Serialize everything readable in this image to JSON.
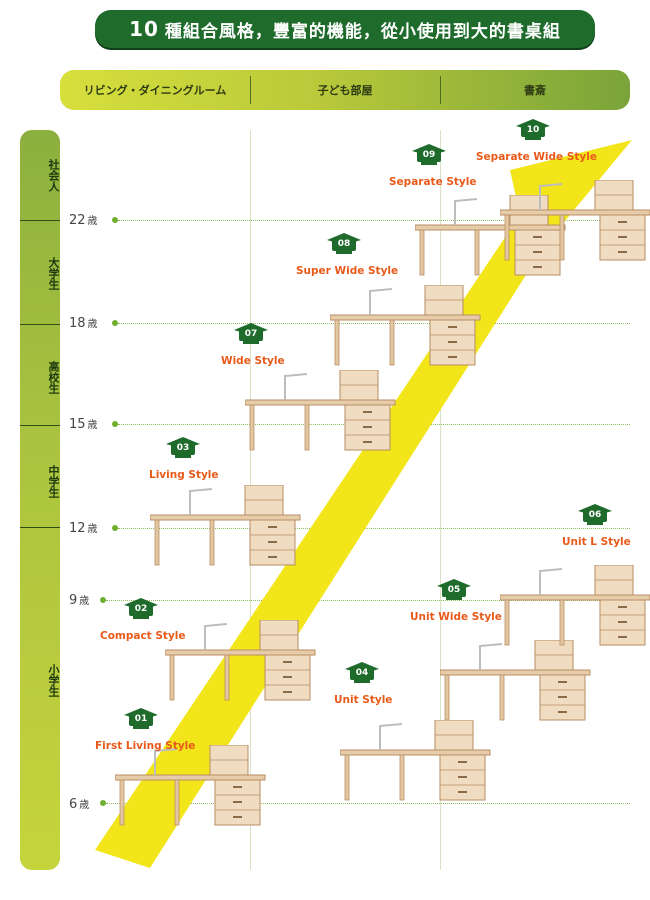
{
  "title": {
    "number": "10",
    "text": "種組合風格，豐富的機能，從小使用到大的書桌組"
  },
  "rooms": [
    "リビング・ダイニングルーム",
    "子ども部屋",
    "書斎"
  ],
  "stages": [
    "社会人",
    "大学生",
    "高校生",
    "中学生",
    "小学生"
  ],
  "ages": [
    {
      "num": "22",
      "unit": "歳"
    },
    {
      "num": "18",
      "unit": "歳"
    },
    {
      "num": "15",
      "unit": "歳"
    },
    {
      "num": "12",
      "unit": "歳"
    },
    {
      "num": "9",
      "unit": "歳"
    },
    {
      "num": "6",
      "unit": "歳"
    }
  ],
  "styles": [
    {
      "num": "01",
      "name": "First Living Style"
    },
    {
      "num": "02",
      "name": "Compact Style"
    },
    {
      "num": "03",
      "name": "Living Style"
    },
    {
      "num": "04",
      "name": "Unit Style"
    },
    {
      "num": "05",
      "name": "Unit Wide Style"
    },
    {
      "num": "06",
      "name": "Unit L Style"
    },
    {
      "num": "07",
      "name": "Wide Style"
    },
    {
      "num": "08",
      "name": "Super Wide Style"
    },
    {
      "num": "09",
      "name": "Separate Style"
    },
    {
      "num": "10",
      "name": "Separate Wide Style"
    }
  ],
  "colors": {
    "title_bg": "#1f6b2c",
    "arrow": "#f2e61a",
    "label": "#e85a1a",
    "badge": "#1f6b2c",
    "wood": "#efd9bd"
  }
}
